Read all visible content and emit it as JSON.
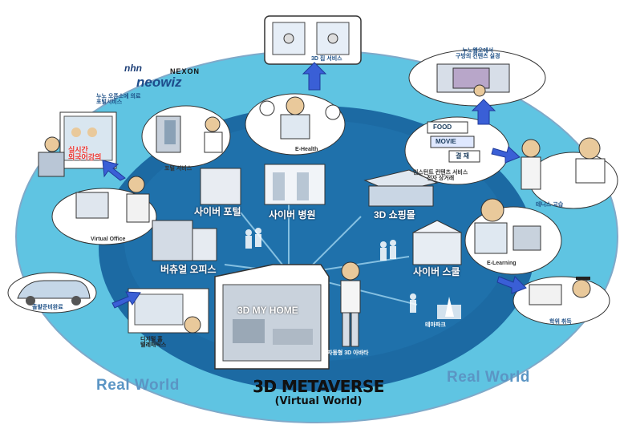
{
  "logos": {
    "logo1": "nhn",
    "logo2": "NEXON",
    "logo3": "neowiz"
  },
  "portal_service_top": "누노 오픈소에 의료\n포털서비스",
  "labels": {
    "top_service": "3D 집 서비스",
    "top_right": "누노웹오에서\n구방의 컨텐츠 실경",
    "live_lecture": "실시간\n외국어강의",
    "virtual_office_small": "Virtual Office",
    "portal_service": "포털 서비스",
    "ehealth": "E-Health",
    "cyber_portal": "사이버 포털",
    "cyber_hospital": "사이버 병원",
    "shopping_mall": "3D 쇼핑몰",
    "food": "FOOD",
    "movie": "MOVIE",
    "ticket": "결 재",
    "contents_service": "인스턴트 컨텐츠 서비스\n전자 상거래",
    "tennis": "테니스 교습",
    "virtual_office": "버츄얼 오피스",
    "cyber_school": "사이버 스쿨",
    "elearning": "E-Learning",
    "graduation": "학위 취득",
    "my_home": "3D MY HOME",
    "car": "출발준비완료",
    "digital_tele": "디지털 홈\n텔레매틱스",
    "theme_park": "테마파크",
    "avatar": "자동형 3D 아바타",
    "real_world_left": "Real World",
    "real_world_right": "Real World",
    "title": "3D METAVERSE",
    "subtitle": "(Virtual World)"
  }
}
